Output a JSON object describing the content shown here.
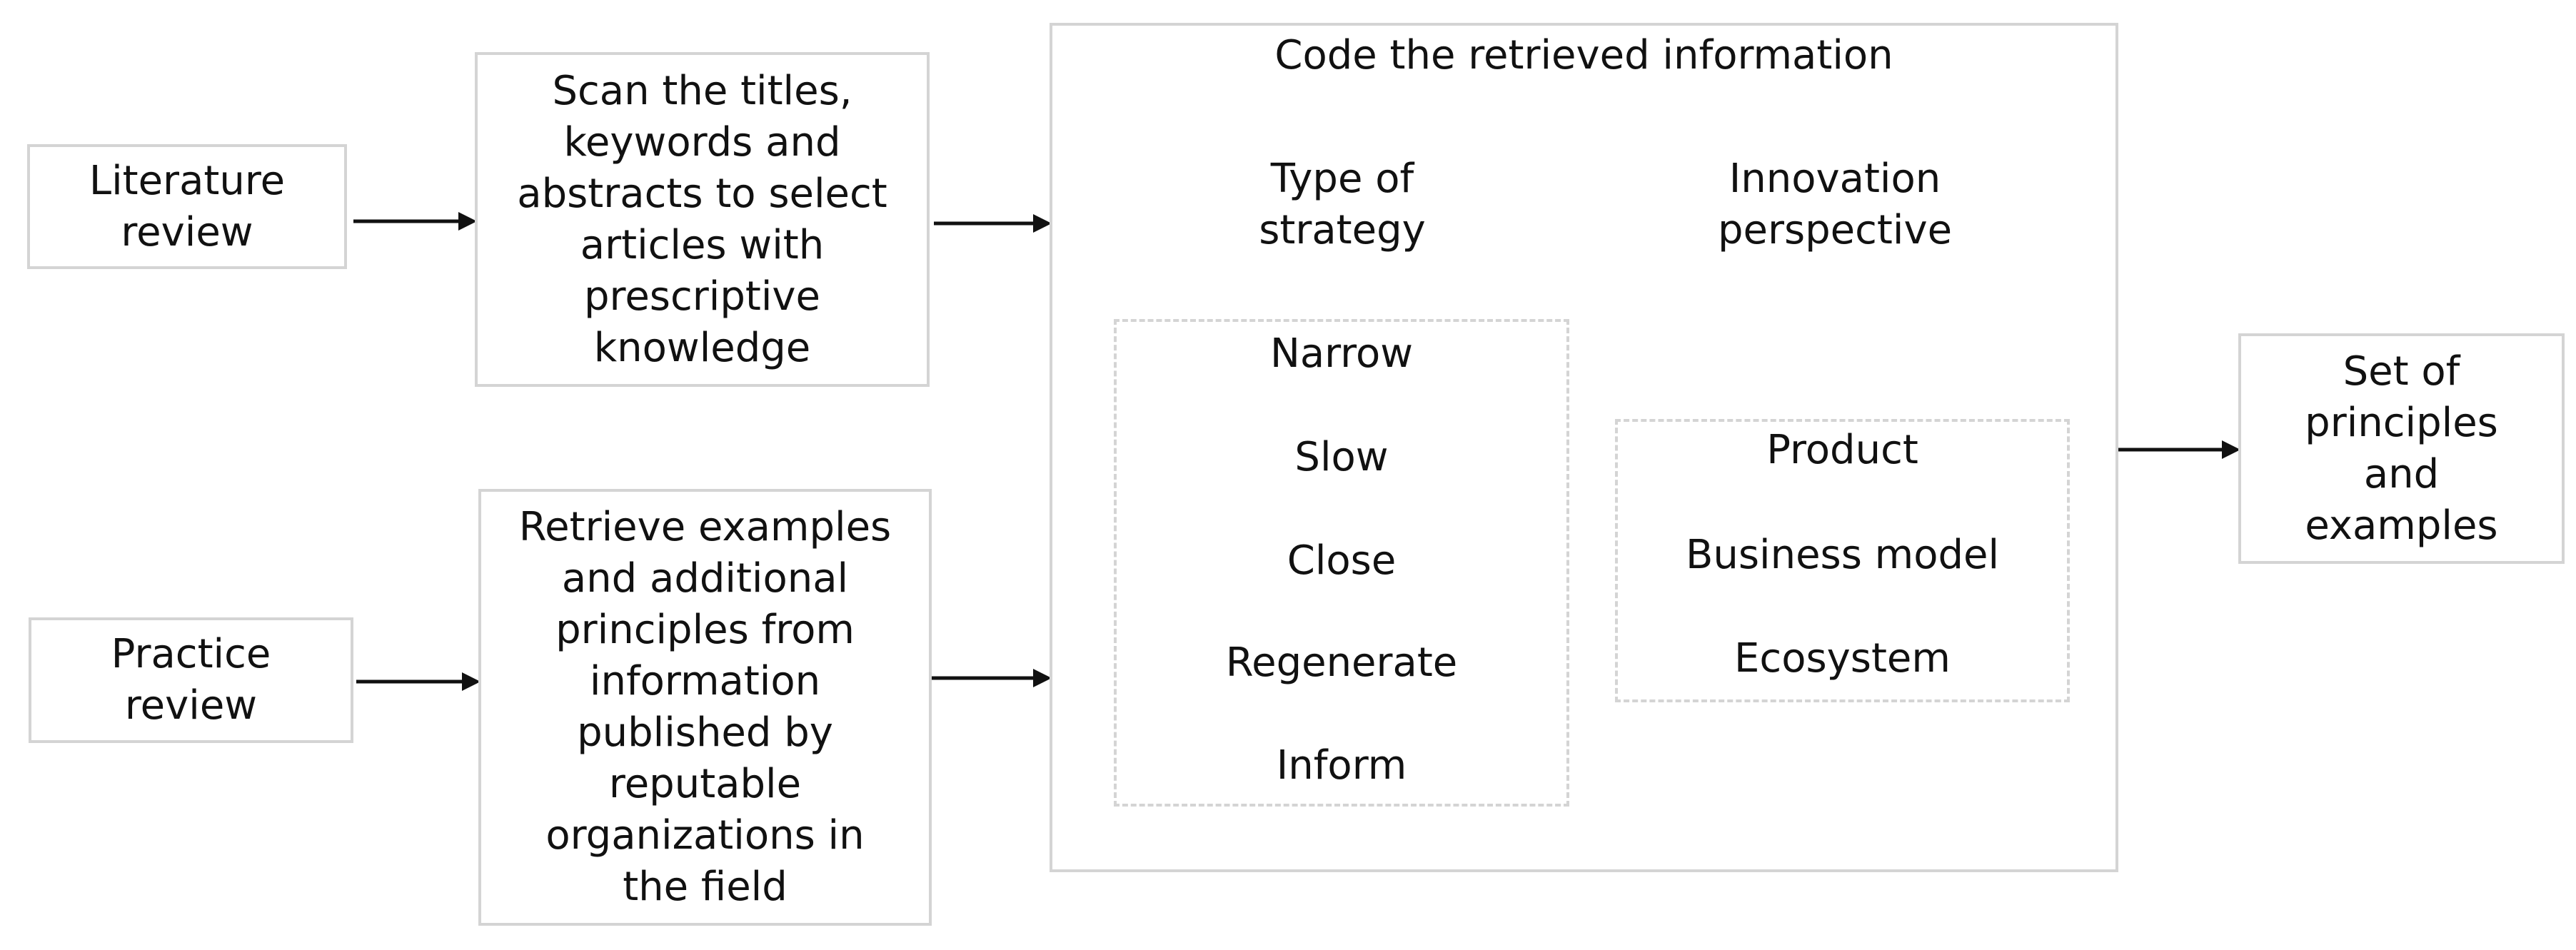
{
  "lit_review": "Literature\nreview",
  "scan": "Scan the titles,\nkeywords and\nabstracts to select\narticles with\nprescriptive\nknowledge",
  "practice_review": "Practice\nreview",
  "retrieve": "Retrieve examples\nand additional\nprinciples from\ninformation\npublished by\nreputable\norganizations in\nthe field",
  "code": {
    "title": "Code the retrieved information",
    "strategy_header": "Type of\nstrategy",
    "innovation_header": "Innovation\nperspective",
    "strategies": [
      "Narrow",
      "Slow",
      "Close",
      "Regenerate",
      "Inform"
    ],
    "perspectives": [
      "Product",
      "Business model",
      "Ecosystem"
    ]
  },
  "output": "Set of\nprinciples\nand\nexamples"
}
